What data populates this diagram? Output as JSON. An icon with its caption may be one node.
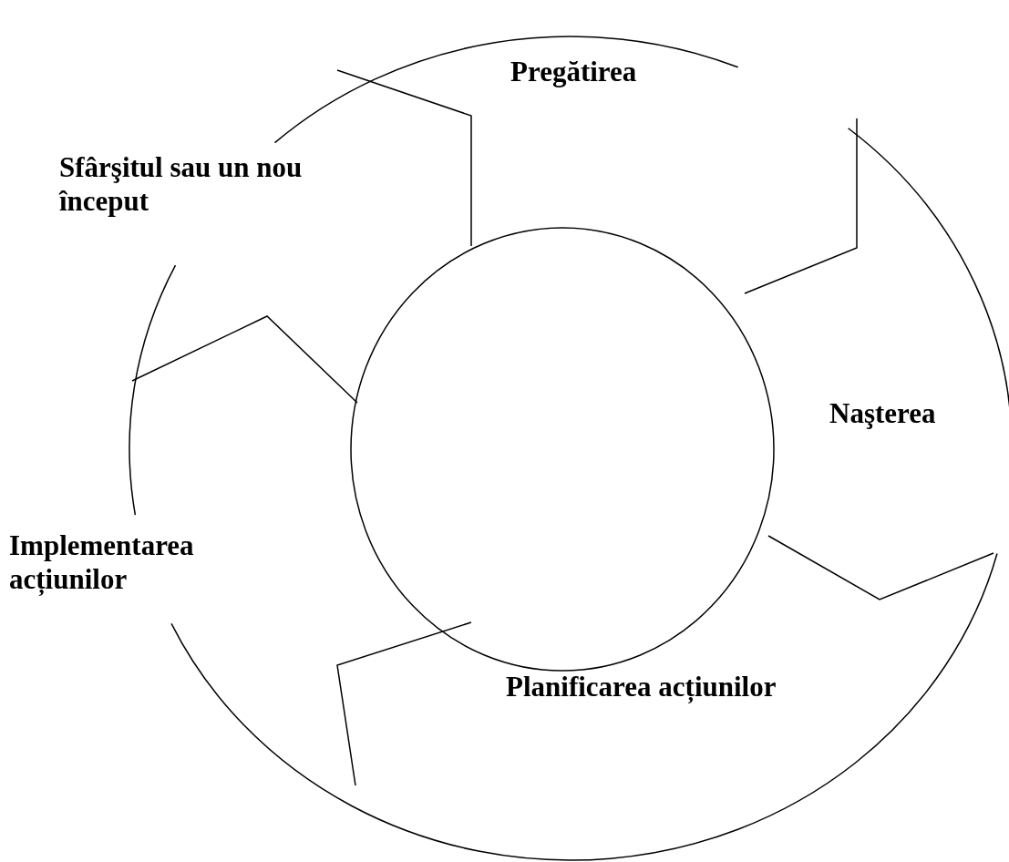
{
  "diagram": {
    "labels": [
      "Pregătirea",
      "Sfârşitul sau un nou început",
      "Naşterea",
      "Implementarea acțiunilor",
      "Planificarea acțiunilor"
    ]
  }
}
